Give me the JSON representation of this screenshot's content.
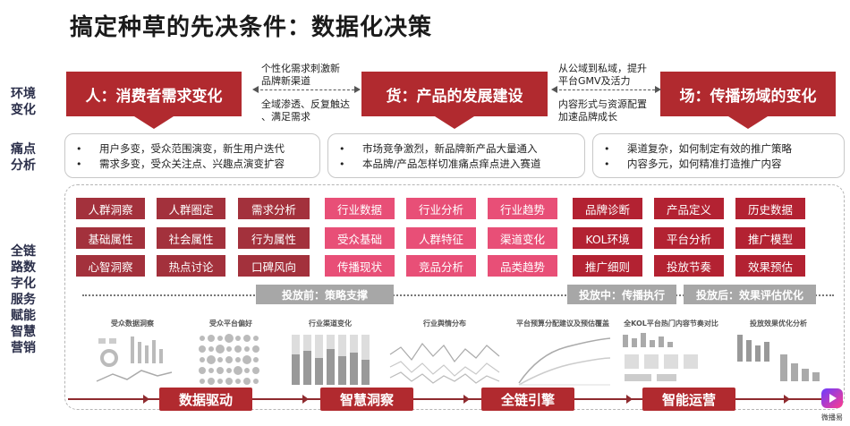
{
  "title": "搞定种草的先决条件：数据化决策",
  "side_labels": {
    "environment": "环境\n变化",
    "pain": "痛点\n分析",
    "service": "全链\n路数\n字化\n服务\n赋能\n智慧\n营销"
  },
  "environment": {
    "people": "人：消费者需求变化",
    "goods": "货：产品的发展建设",
    "field": "场：传播场域的变化"
  },
  "flows": {
    "a_top": "个性化需求刺激新\n品牌新渠道",
    "a_bottom": "全域渗透、反复触达\n、满足需求",
    "b_top": "从公域到私域，提升\n平台GMV及活力",
    "b_bottom": "内容形式与资源配置\n加速品牌成长"
  },
  "pain": {
    "people": [
      "用户多变，受众范围演变，新生用户迭代",
      "需求多变，受众关注点、兴趣点演变扩容"
    ],
    "goods": [
      "市场竞争激烈，新品牌新产品大量通入",
      "本品牌/产品怎样切准痛点痒点进入赛道"
    ],
    "field": [
      "渠道复杂，如何制定有效的推广策略",
      "内容多元，如何精准打造推广内容"
    ],
    "bullet": "•"
  },
  "tiles": {
    "dark": [
      [
        "人群洞察",
        "人群圈定",
        "需求分析"
      ],
      [
        "基础属性",
        "社会属性",
        "行为属性"
      ],
      [
        "心智洞察",
        "热点讨论",
        "口碑风向"
      ]
    ],
    "pink": [
      [
        "行业数据",
        "行业分析",
        "行业趋势"
      ],
      [
        "受众基础",
        "人群特征",
        "渠道变化"
      ],
      [
        "传播现状",
        "竞品分析",
        "品类趋势"
      ]
    ],
    "red": [
      [
        "品牌诊断",
        "产品定义",
        "历史数据"
      ],
      [
        "KOL环境",
        "平台分析",
        "推广模型"
      ],
      [
        "推广细则",
        "投放节奏",
        "效果预估"
      ]
    ]
  },
  "phases": {
    "before": "投放前：策略支撑",
    "during": "投放中：传播执行",
    "after": "投放后：效果评估优化"
  },
  "thumbs": [
    "受众数据洞察",
    "受众平台偏好",
    "行业渠道变化",
    "行业舆情分布",
    "平台预算分配建议及预估覆盖",
    "全KOL平台热门内容节奏对比",
    "投放效果优化分析"
  ],
  "flow_steps": [
    "数据驱动",
    "智慧洞察",
    "全链引擎",
    "智能运营"
  ],
  "logo": {
    "name": "微播易"
  },
  "colors": {
    "brand_red": "#b12a2f",
    "dark_red": "#a3313c",
    "pink": "#e84f77",
    "red": "#b32232",
    "phase_gray": "#a7a7a7"
  }
}
